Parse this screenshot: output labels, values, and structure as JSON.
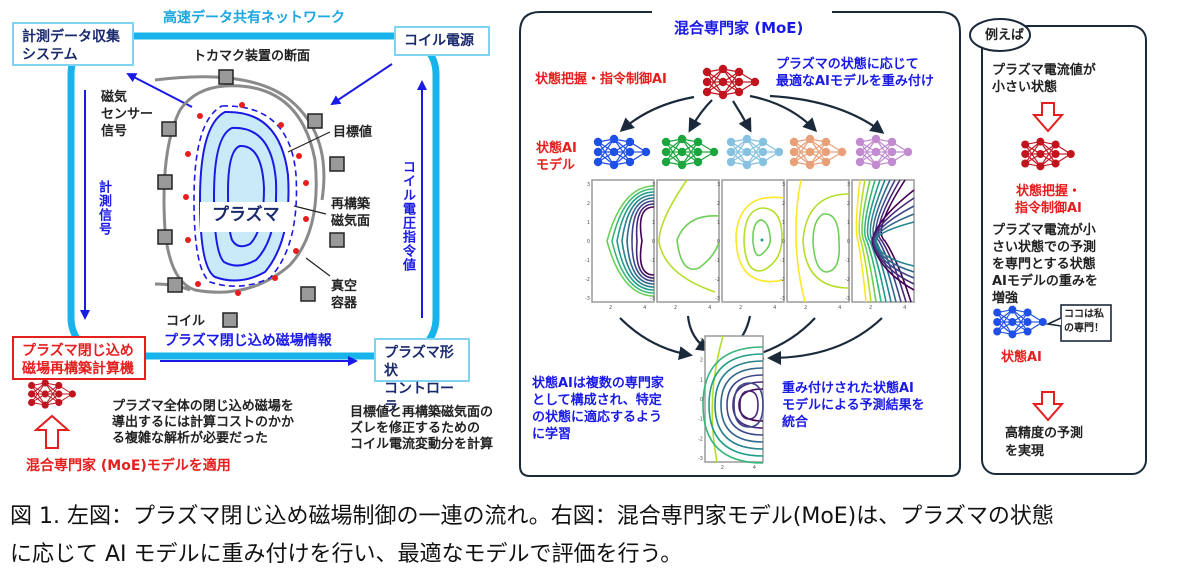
{
  "left_figure": {
    "network_label": "高速データ共有ネットワーク",
    "box_measurement": [
      "計測データ収集",
      "システム"
    ],
    "box_coil_power": "コイル電源",
    "tokamak_section_label": "トカマク装置の断面",
    "magnetic_sensor_label": [
      "磁気",
      "センサー",
      "信号"
    ],
    "target_value_label": "目標値",
    "reconstructed_surface_label": [
      "再構築",
      "磁気面"
    ],
    "plasma_label": "プラズマ",
    "vacuum_vessel_label": [
      "真空",
      "容器"
    ],
    "coil_label": "コイル",
    "measurement_signal_label": "計測信号",
    "coil_voltage_command_label": "コイル電圧指令値",
    "confinement_info_label": "プラズマ閉じ込め磁場情報",
    "box_reconstruction": [
      "プラズマ閉じ込め",
      "磁場再構築計算機"
    ],
    "box_shape_controller": [
      "プラズマ形状",
      "コントローラ"
    ],
    "note_cost": [
      "プラズマ全体の閉じ込め磁場を",
      "導出するには計算コストのかか",
      "る複雑な解析が必要だった"
    ],
    "note_controller": [
      "目標値と再構築磁気面の",
      "ズレを修正するための",
      "コイル電流変動分を計算"
    ],
    "moe_apply_label": "混合専門家 (MoE)モデルを適用"
  },
  "moe_figure": {
    "title": "混合専門家 (MoE)",
    "gating_label": "状態把握・指令制御AI",
    "weighting_note": [
      "プラズマの状態に応じて",
      "最適なAIモデルを重み付け"
    ],
    "state_models_label": [
      "状態AI",
      "モデル"
    ],
    "expert_colors": [
      "#1e4fe6",
      "#1aa63c",
      "#86c2e0",
      "#e8a078",
      "#c28ad0"
    ],
    "gating_color": "#c0141e",
    "axis_y_ticks": [
      "3",
      "2",
      "1",
      "0",
      "-1",
      "-2",
      "-3"
    ],
    "axis_x_ticks": [
      "2",
      "4"
    ],
    "note_experts": [
      "状態AIは複数の専門家",
      "として構成され、特定",
      "の状態に適応するよう",
      "に学習"
    ],
    "note_integrate": [
      "重み付けされた状態AI",
      "モデルによる予測結果を",
      "統合"
    ]
  },
  "example_panel": {
    "tag": "例えば",
    "condition": [
      "プラズマ電流値が",
      "小さい状態"
    ],
    "gating_label": [
      "状態把握・",
      "指令制御AI"
    ],
    "description": [
      "プラズマ電流が小",
      "さい状態での予測",
      "を専門とする状態",
      "AIモデルの重みを",
      "増強"
    ],
    "speech_bubble": [
      "ココは私",
      "の専門！"
    ],
    "state_ai_label": "状態AI",
    "result": [
      "高精度の予測",
      "を実現"
    ]
  },
  "caption": [
    "図 1. 左図：プラズマ閉じ込め磁場制御の一連の流れ。右図：混合専門家モデル(MoE)は、プラズマの状態",
    "に応じて AI モデルに重み付けを行い、最適なモデルで評価を行う。"
  ]
}
